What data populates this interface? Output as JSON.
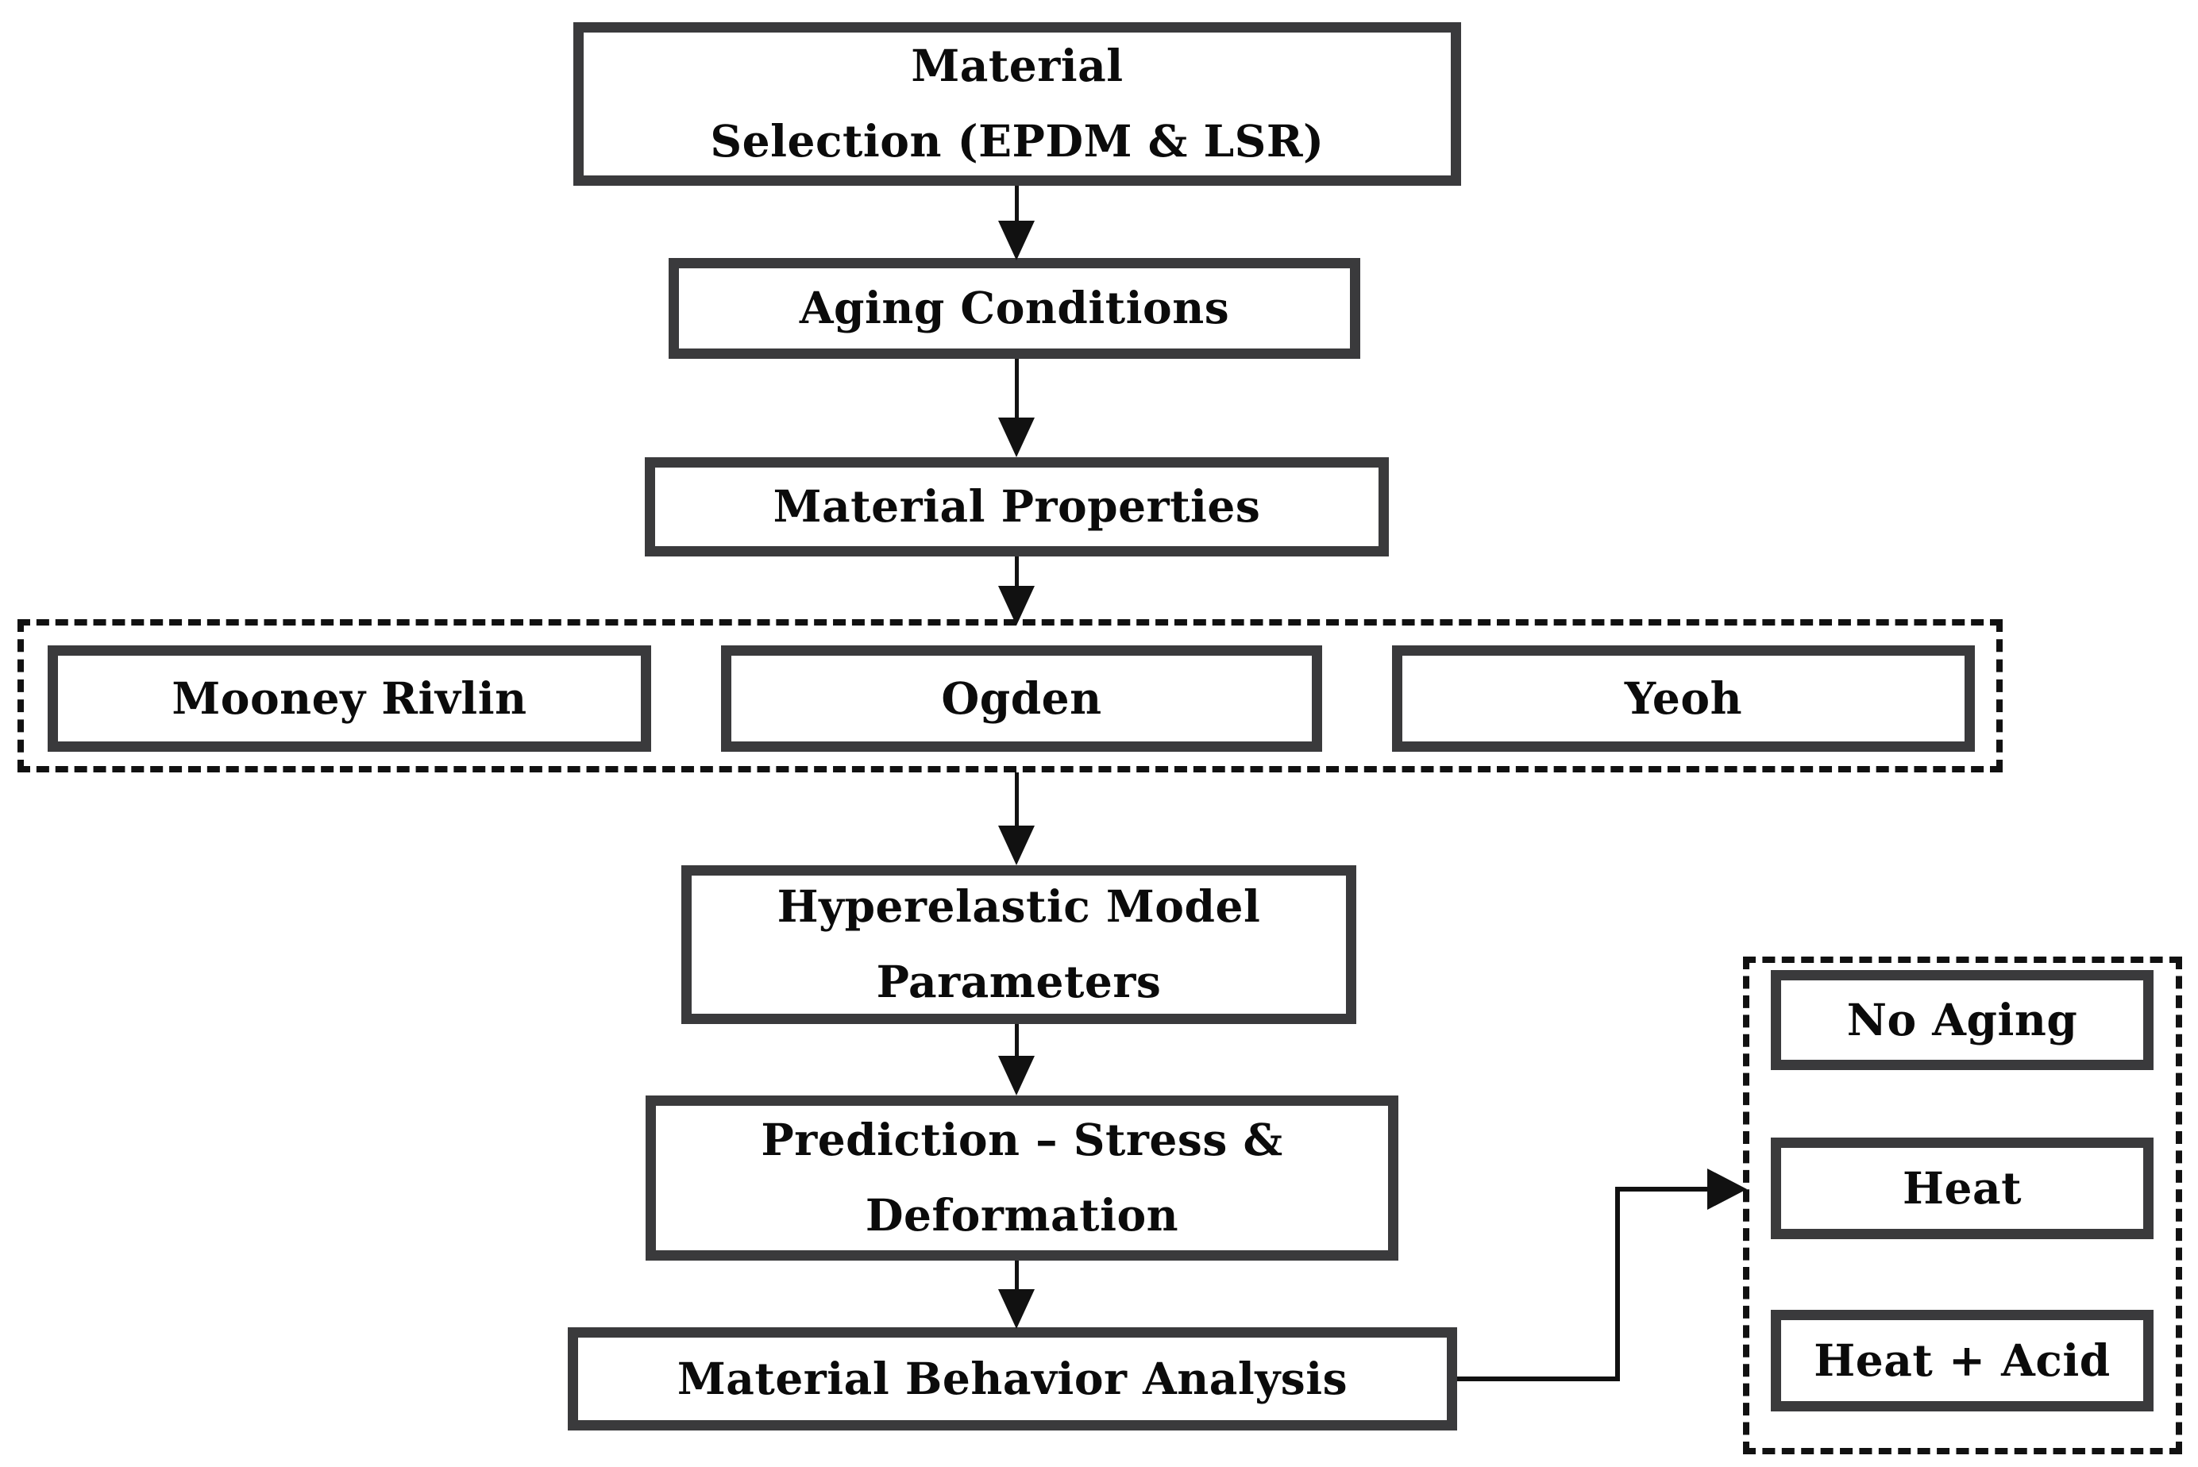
{
  "nodes": {
    "material_selection": {
      "line1": "Material",
      "line2": "Selection (EPDM & LSR)"
    },
    "aging_conditions": {
      "label": "Aging Conditions"
    },
    "material_properties": {
      "label": "Material Properties"
    },
    "mooney_rivlin": {
      "label": "Mooney Rivlin"
    },
    "ogden": {
      "label": "Ogden"
    },
    "yeoh": {
      "label": "Yeoh"
    },
    "hyperelastic_model_parameters": {
      "line1": "Hyperelastic Model",
      "line2": "Parameters"
    },
    "prediction_stress_deformation": {
      "line1": "Prediction – Stress &",
      "line2": "Deformation"
    },
    "material_behavior_analysis": {
      "label": "Material Behavior Analysis"
    },
    "no_aging": {
      "label": "No Aging"
    },
    "heat": {
      "label": "Heat"
    },
    "heat_acid": {
      "label": "Heat + Acid"
    }
  },
  "colors": {
    "box_border": "#3a3a3c",
    "text": "#0b0b0b",
    "connector": "#111111",
    "background": "#ffffff"
  }
}
